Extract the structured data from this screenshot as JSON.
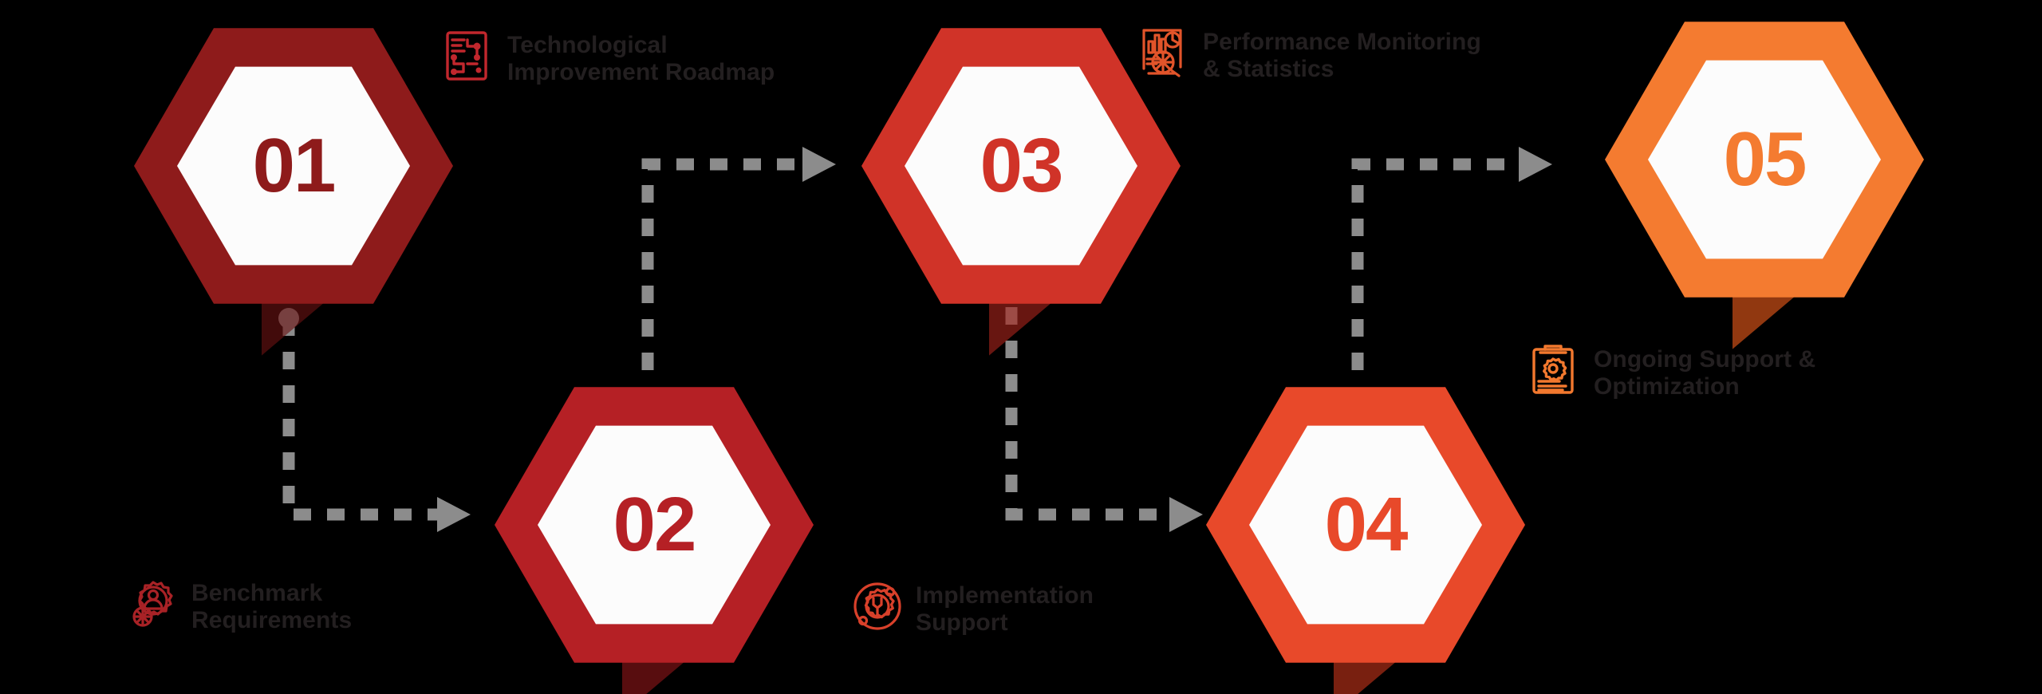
{
  "diagram": {
    "title": "Five Step Hexagon Process Flow",
    "background": "#000000",
    "connector_color": "#8c8c8c"
  },
  "steps": [
    {
      "number": "01",
      "color": "#8e1b1b",
      "shadow": "#6b1111",
      "icon": "circuit-board-icon",
      "icon_color": "#c1272d",
      "label": "Technological\nImprovement Roadmap",
      "label_position": "top-right"
    },
    {
      "number": "02",
      "color": "#b52025",
      "shadow": "#8e1519",
      "icon": "gear-person-icon",
      "icon_color": "#a82226",
      "label": "Benchmark\nRequirements",
      "label_position": "bottom-left"
    },
    {
      "number": "03",
      "color": "#d03328",
      "shadow": "#a8241c",
      "icon": "performance-chart-icon",
      "icon_color": "#e2542a",
      "label": "Performance Monitoring\n& Statistics",
      "label_position": "top-right"
    },
    {
      "number": "04",
      "color": "#e8492a",
      "shadow": "#c3331a",
      "icon": "gear-wrench-icon",
      "icon_color": "#d8402a",
      "label": "Implementation\nSupport",
      "label_position": "bottom-left"
    },
    {
      "number": "05",
      "color": "#f47b30",
      "shadow": "#ea5a1a",
      "icon": "document-gear-icon",
      "icon_color": "#f2782e",
      "label": "Ongoing Support &\nOptimization",
      "label_position": "bottom-right"
    }
  ],
  "connectors": [
    {
      "name": "connector-01-to-02",
      "from": "01",
      "to": "02",
      "shape": "down-then-right"
    },
    {
      "name": "connector-02-to-03",
      "from": "02",
      "to": "03",
      "shape": "up-then-right"
    },
    {
      "name": "connector-03-to-04",
      "from": "03",
      "to": "04",
      "shape": "down-then-right"
    },
    {
      "name": "connector-04-to-05",
      "from": "04",
      "to": "05",
      "shape": "up-then-right"
    }
  ]
}
